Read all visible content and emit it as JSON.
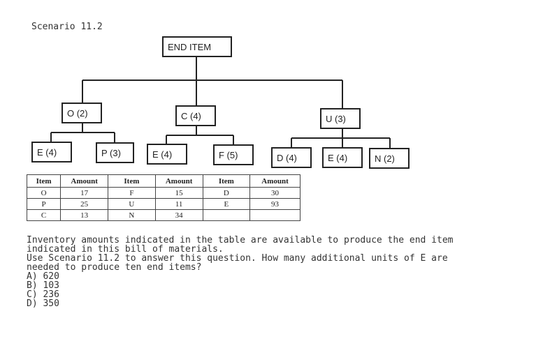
{
  "scenario_label": "Scenario 11.2",
  "tree": {
    "root": "END ITEM",
    "level1": [
      "O (2)",
      "C (4)",
      "U (3)"
    ],
    "o_children": [
      "E (4)",
      "P (3)"
    ],
    "c_children": [
      "E (4)",
      "F (5)"
    ],
    "u_children": [
      "D (4)",
      "E (4)",
      "N (2)"
    ]
  },
  "table": {
    "headers": [
      "Item",
      "Amount",
      "Item",
      "Amount",
      "Item",
      "Amount"
    ],
    "rows": [
      [
        "O",
        "17",
        "F",
        "15",
        "D",
        "30"
      ],
      [
        "P",
        "25",
        "U",
        "11",
        "E",
        "93"
      ],
      [
        "C",
        "13",
        "N",
        "34",
        "",
        ""
      ]
    ]
  },
  "question": {
    "line1": "Inventory amounts indicated in the table are available to produce the end item",
    "line2": "indicated in this bill of materials.",
    "line3": "Use Scenario 11.2 to answer this question. How many additional units of E are",
    "line4": "needed to produce ten end items?",
    "options": [
      "A) 620",
      "B) 103",
      "C) 236",
      "D) 350"
    ]
  }
}
